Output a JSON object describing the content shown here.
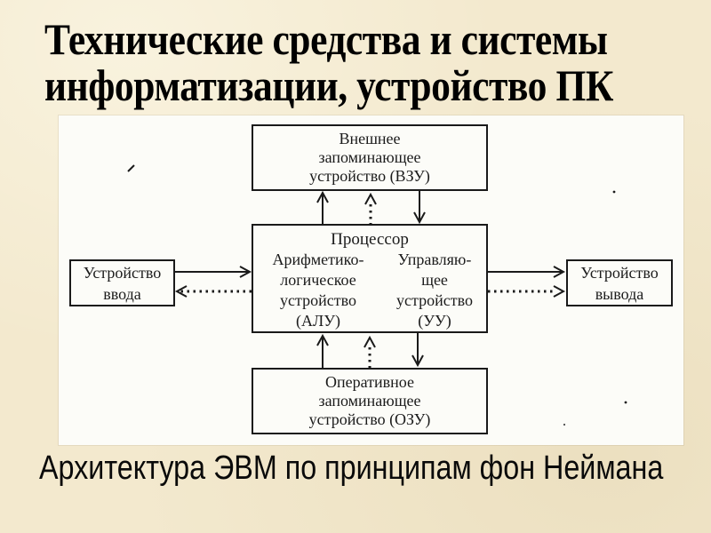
{
  "slide": {
    "title_line1": "Технические средства и системы",
    "title_line2": "информатизации, устройство ПК",
    "caption": "Архитектура ЭВМ по принципам фон Неймана",
    "colors": {
      "background": "#f3e9ce",
      "panel": "#fcfcf8",
      "ink": "#1a1a1a",
      "title_text": "#000000"
    }
  },
  "diagram": {
    "type": "block-diagram",
    "subject": "Архитектура ЭВМ по принципам фон Неймана",
    "boxes": {
      "vzu": {
        "lines": [
          "Внешнее",
          "запоминающее",
          "устройство (ВЗУ)"
        ]
      },
      "processor": {
        "title": "Процессор",
        "alu": {
          "lines": [
            "Арифметико-",
            "логическое",
            "устройство",
            "(АЛУ)"
          ]
        },
        "uu": {
          "lines": [
            "Управляю-",
            "щее",
            "устройство",
            "(УУ)"
          ]
        }
      },
      "ozu": {
        "lines": [
          "Оперативное",
          "запоминающее",
          "устройство (ОЗУ)"
        ]
      },
      "input": {
        "lines": [
          "Устройство",
          "ввода"
        ]
      },
      "output": {
        "lines": [
          "Устройство",
          "вывода"
        ]
      }
    },
    "connections": [
      {
        "from": "processor",
        "to": "vzu",
        "style": "solid"
      },
      {
        "from": "processor",
        "to": "vzu",
        "style": "dotted"
      },
      {
        "from": "vzu",
        "to": "processor",
        "style": "solid"
      },
      {
        "from": "ozu",
        "to": "processor",
        "style": "solid"
      },
      {
        "from": "ozu",
        "to": "processor",
        "style": "dotted"
      },
      {
        "from": "processor",
        "to": "ozu",
        "style": "solid"
      },
      {
        "from": "input",
        "to": "processor",
        "style": "solid"
      },
      {
        "from": "processor",
        "to": "input",
        "style": "dotted"
      },
      {
        "from": "processor",
        "to": "output",
        "style": "solid"
      },
      {
        "from": "processor",
        "to": "output",
        "style": "dotted"
      }
    ]
  }
}
